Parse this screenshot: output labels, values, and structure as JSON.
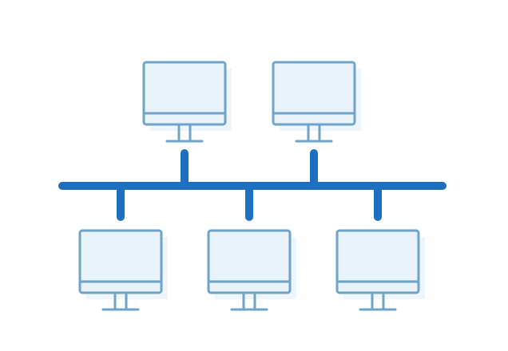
{
  "diagram": {
    "type": "bus-network-topology",
    "colors": {
      "background": "#ffffff",
      "bus": "#1f6fbf",
      "monitor_outline": "#6fa3c8",
      "screen_fill": "#e7f2fb",
      "shadow_fill": "#eef6fc"
    },
    "nodes": [
      {
        "icon": "monitor-icon",
        "side": "top"
      },
      {
        "icon": "monitor-icon",
        "side": "top"
      },
      {
        "icon": "monitor-icon",
        "side": "bottom"
      },
      {
        "icon": "monitor-icon",
        "side": "bottom"
      },
      {
        "icon": "monitor-icon",
        "side": "bottom"
      }
    ]
  }
}
